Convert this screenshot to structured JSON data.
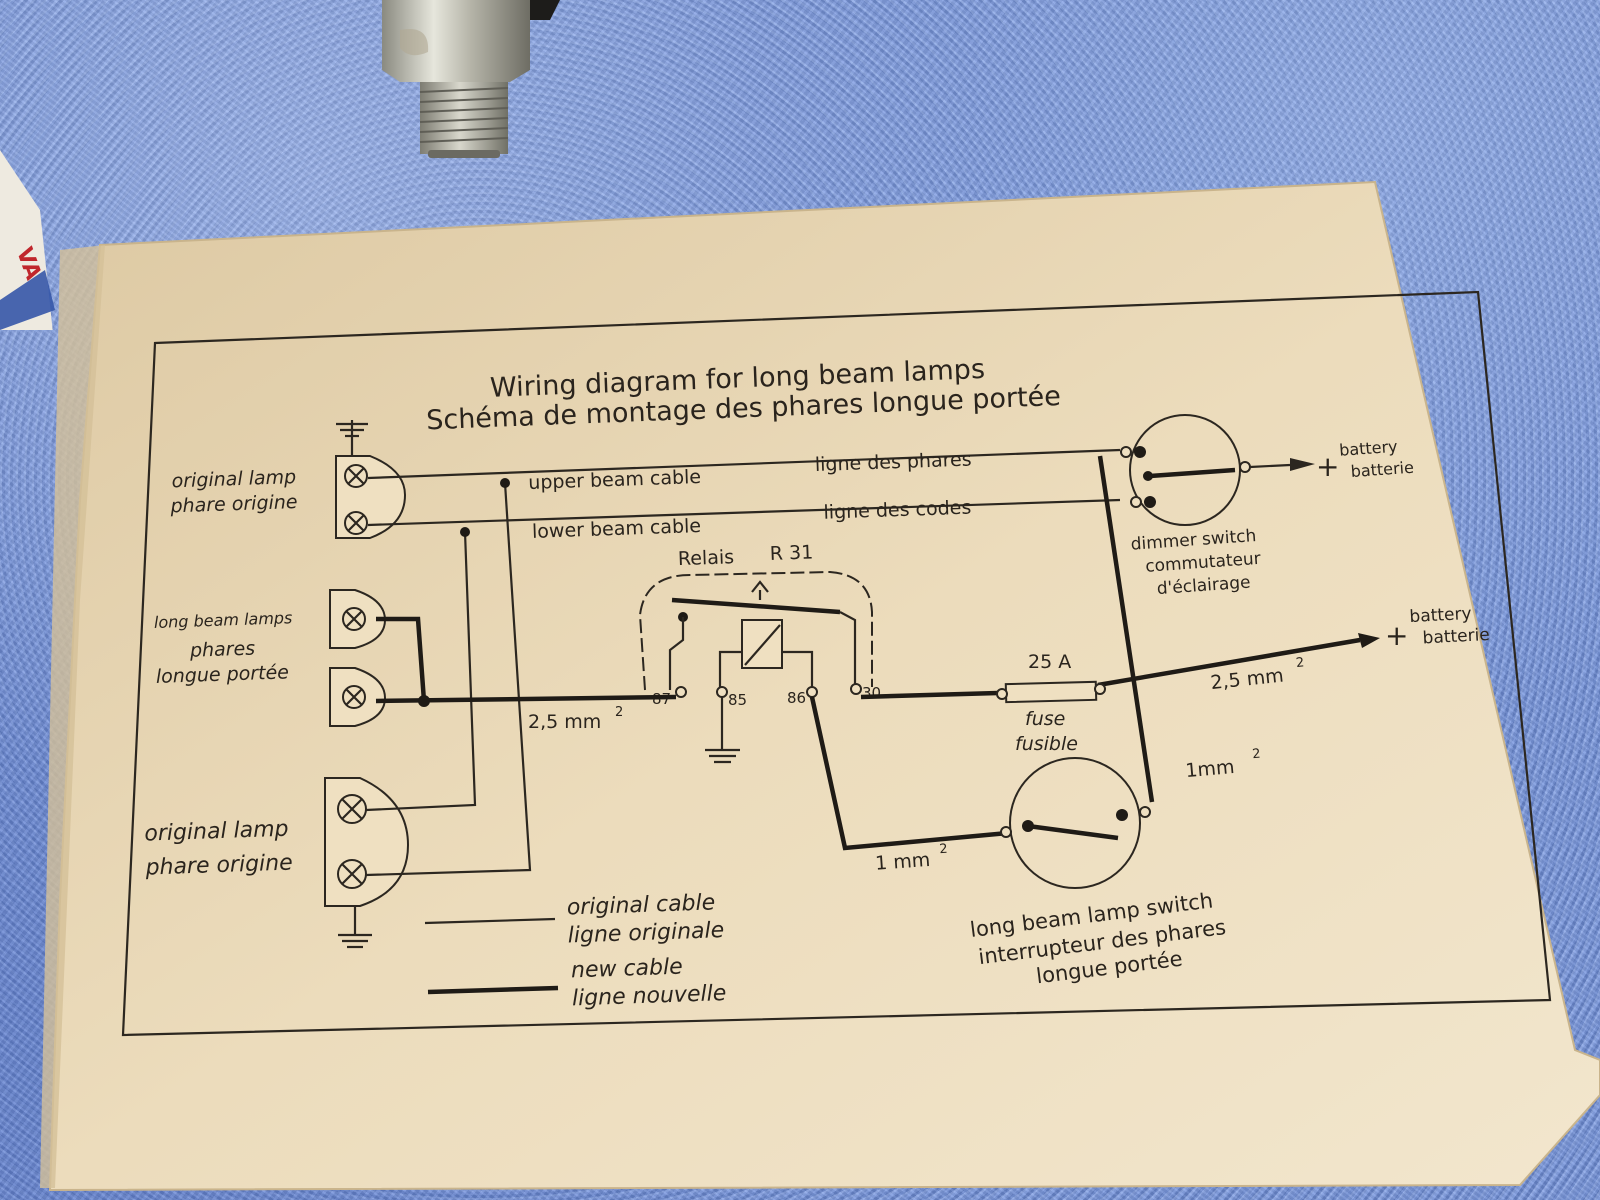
{
  "diagram": {
    "title_en": "Wiring diagram for long beam lamps",
    "title_fr": "Schéma de montage des phares longue portée",
    "lamp_top": [
      "original lamp",
      "phare origine"
    ],
    "lamp_long": [
      "long beam lamps",
      "phares",
      "longue portée"
    ],
    "lamp_bottom": [
      "original lamp",
      "phare origine"
    ],
    "cable_upper": "upper beam cable",
    "cable_lower": "lower beam cable",
    "ligne_phares": "ligne des phares",
    "ligne_codes": "ligne des codes",
    "battery_top": [
      "battery",
      "batterie"
    ],
    "battery_mid": [
      "battery",
      "batterie"
    ],
    "dimmer": [
      "dimmer switch",
      "commutateur",
      "d'éclairage"
    ],
    "relay_name": "Relais",
    "relay_model": "R 31",
    "terminals": [
      "87",
      "85",
      "86",
      "30"
    ],
    "fuse_rating": "25 A",
    "fuse": [
      "fuse",
      "fusible"
    ],
    "wire_25_left": "2,5 mm",
    "wire_25_right": "2,5 mm",
    "wire_1_right": "1mm",
    "wire_1_bottom": "1 mm",
    "superscript": "2",
    "switch": [
      "long beam lamp switch",
      "interrupteur des phares",
      "longue portée"
    ],
    "legend_original": [
      "original cable",
      "ligne originale"
    ],
    "legend_new": [
      "new cable",
      "ligne nouvelle"
    ]
  },
  "objects": {
    "box_print": "VA"
  },
  "colors": {
    "paper": "#e8d6b4",
    "ink": "#2a241d",
    "towel": "#7593da"
  }
}
